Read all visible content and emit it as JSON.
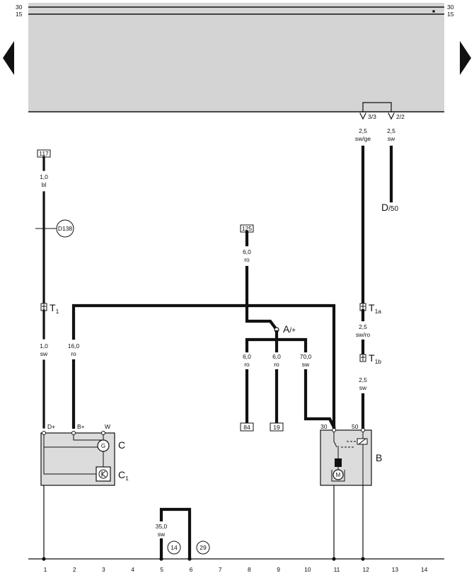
{
  "rails": {
    "r30": "30",
    "r15": "15"
  },
  "connectors_top": {
    "c33": "3/3",
    "c22": "2/2"
  },
  "wires": {
    "w117": {
      "size": "1,0",
      "color": "bl"
    },
    "w_t1": {
      "size": "1,0",
      "color": "sw"
    },
    "w_b": {
      "size": "16,0",
      "color": "ro"
    },
    "w125": {
      "size": "6,0",
      "color": "ro"
    },
    "w84": {
      "size": "6,0",
      "color": "ro"
    },
    "w19": {
      "size": "6,0",
      "color": "ro"
    },
    "w70": {
      "size": "70,0",
      "color": "sw"
    },
    "w35": {
      "size": "35,0",
      "color": "sw"
    },
    "w_top1": {
      "size": "2,5",
      "color": "sw/ge"
    },
    "w_top2": {
      "size": "2,5",
      "color": "sw"
    },
    "w_mid": {
      "size": "2,5",
      "color": "sw/ro"
    },
    "w_low": {
      "size": "2,5",
      "color": "sw"
    }
  },
  "boxes": {
    "b117": "117",
    "b125": "125",
    "b84": "84",
    "b19": "19"
  },
  "labels": {
    "d138": "D138",
    "d50_main": "D",
    "d50_sub": "/50",
    "t1_main": "T",
    "t1_sub": "1",
    "t1a_main": "T",
    "t1a_sub": "1a",
    "t1b_main": "T",
    "t1b_sub": "1b",
    "a_main": "A",
    "a_sub": "/+",
    "c_main": "C",
    "c1_main": "C",
    "c1_sub": "1",
    "b_main": "B",
    "pin_dplus": "D+",
    "pin_bplus": "B+",
    "pin_w": "W",
    "pin_30": "30",
    "pin_50": "50",
    "ref14": "14",
    "ref29": "29",
    "gen_symbol": "G",
    "motor_symbol": "M"
  },
  "columns": [
    "1",
    "2",
    "3",
    "4",
    "5",
    "6",
    "7",
    "8",
    "9",
    "10",
    "11",
    "12",
    "13",
    "14"
  ],
  "colors": {
    "ink": "#111111",
    "panel": "#d4d4d4",
    "component": "#dcdcdc"
  }
}
